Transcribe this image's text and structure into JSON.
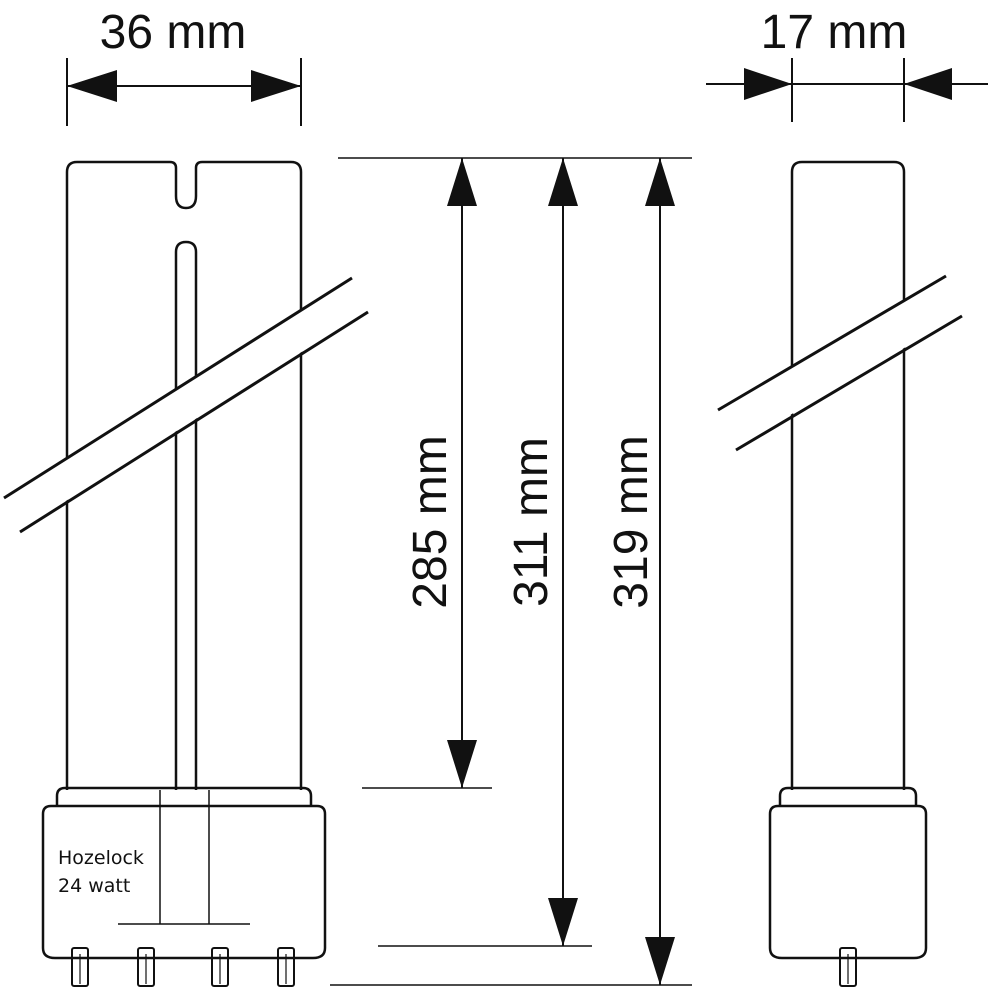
{
  "dimensions": {
    "width_front": "36 mm",
    "width_side": "17 mm",
    "length_a": "285 mm",
    "length_b": "311 mm",
    "length_c": "319 mm"
  },
  "label": {
    "line1": "Hozelock",
    "line2": "24 watt"
  },
  "colors": {
    "line": "#111111",
    "background": "#ffffff"
  }
}
